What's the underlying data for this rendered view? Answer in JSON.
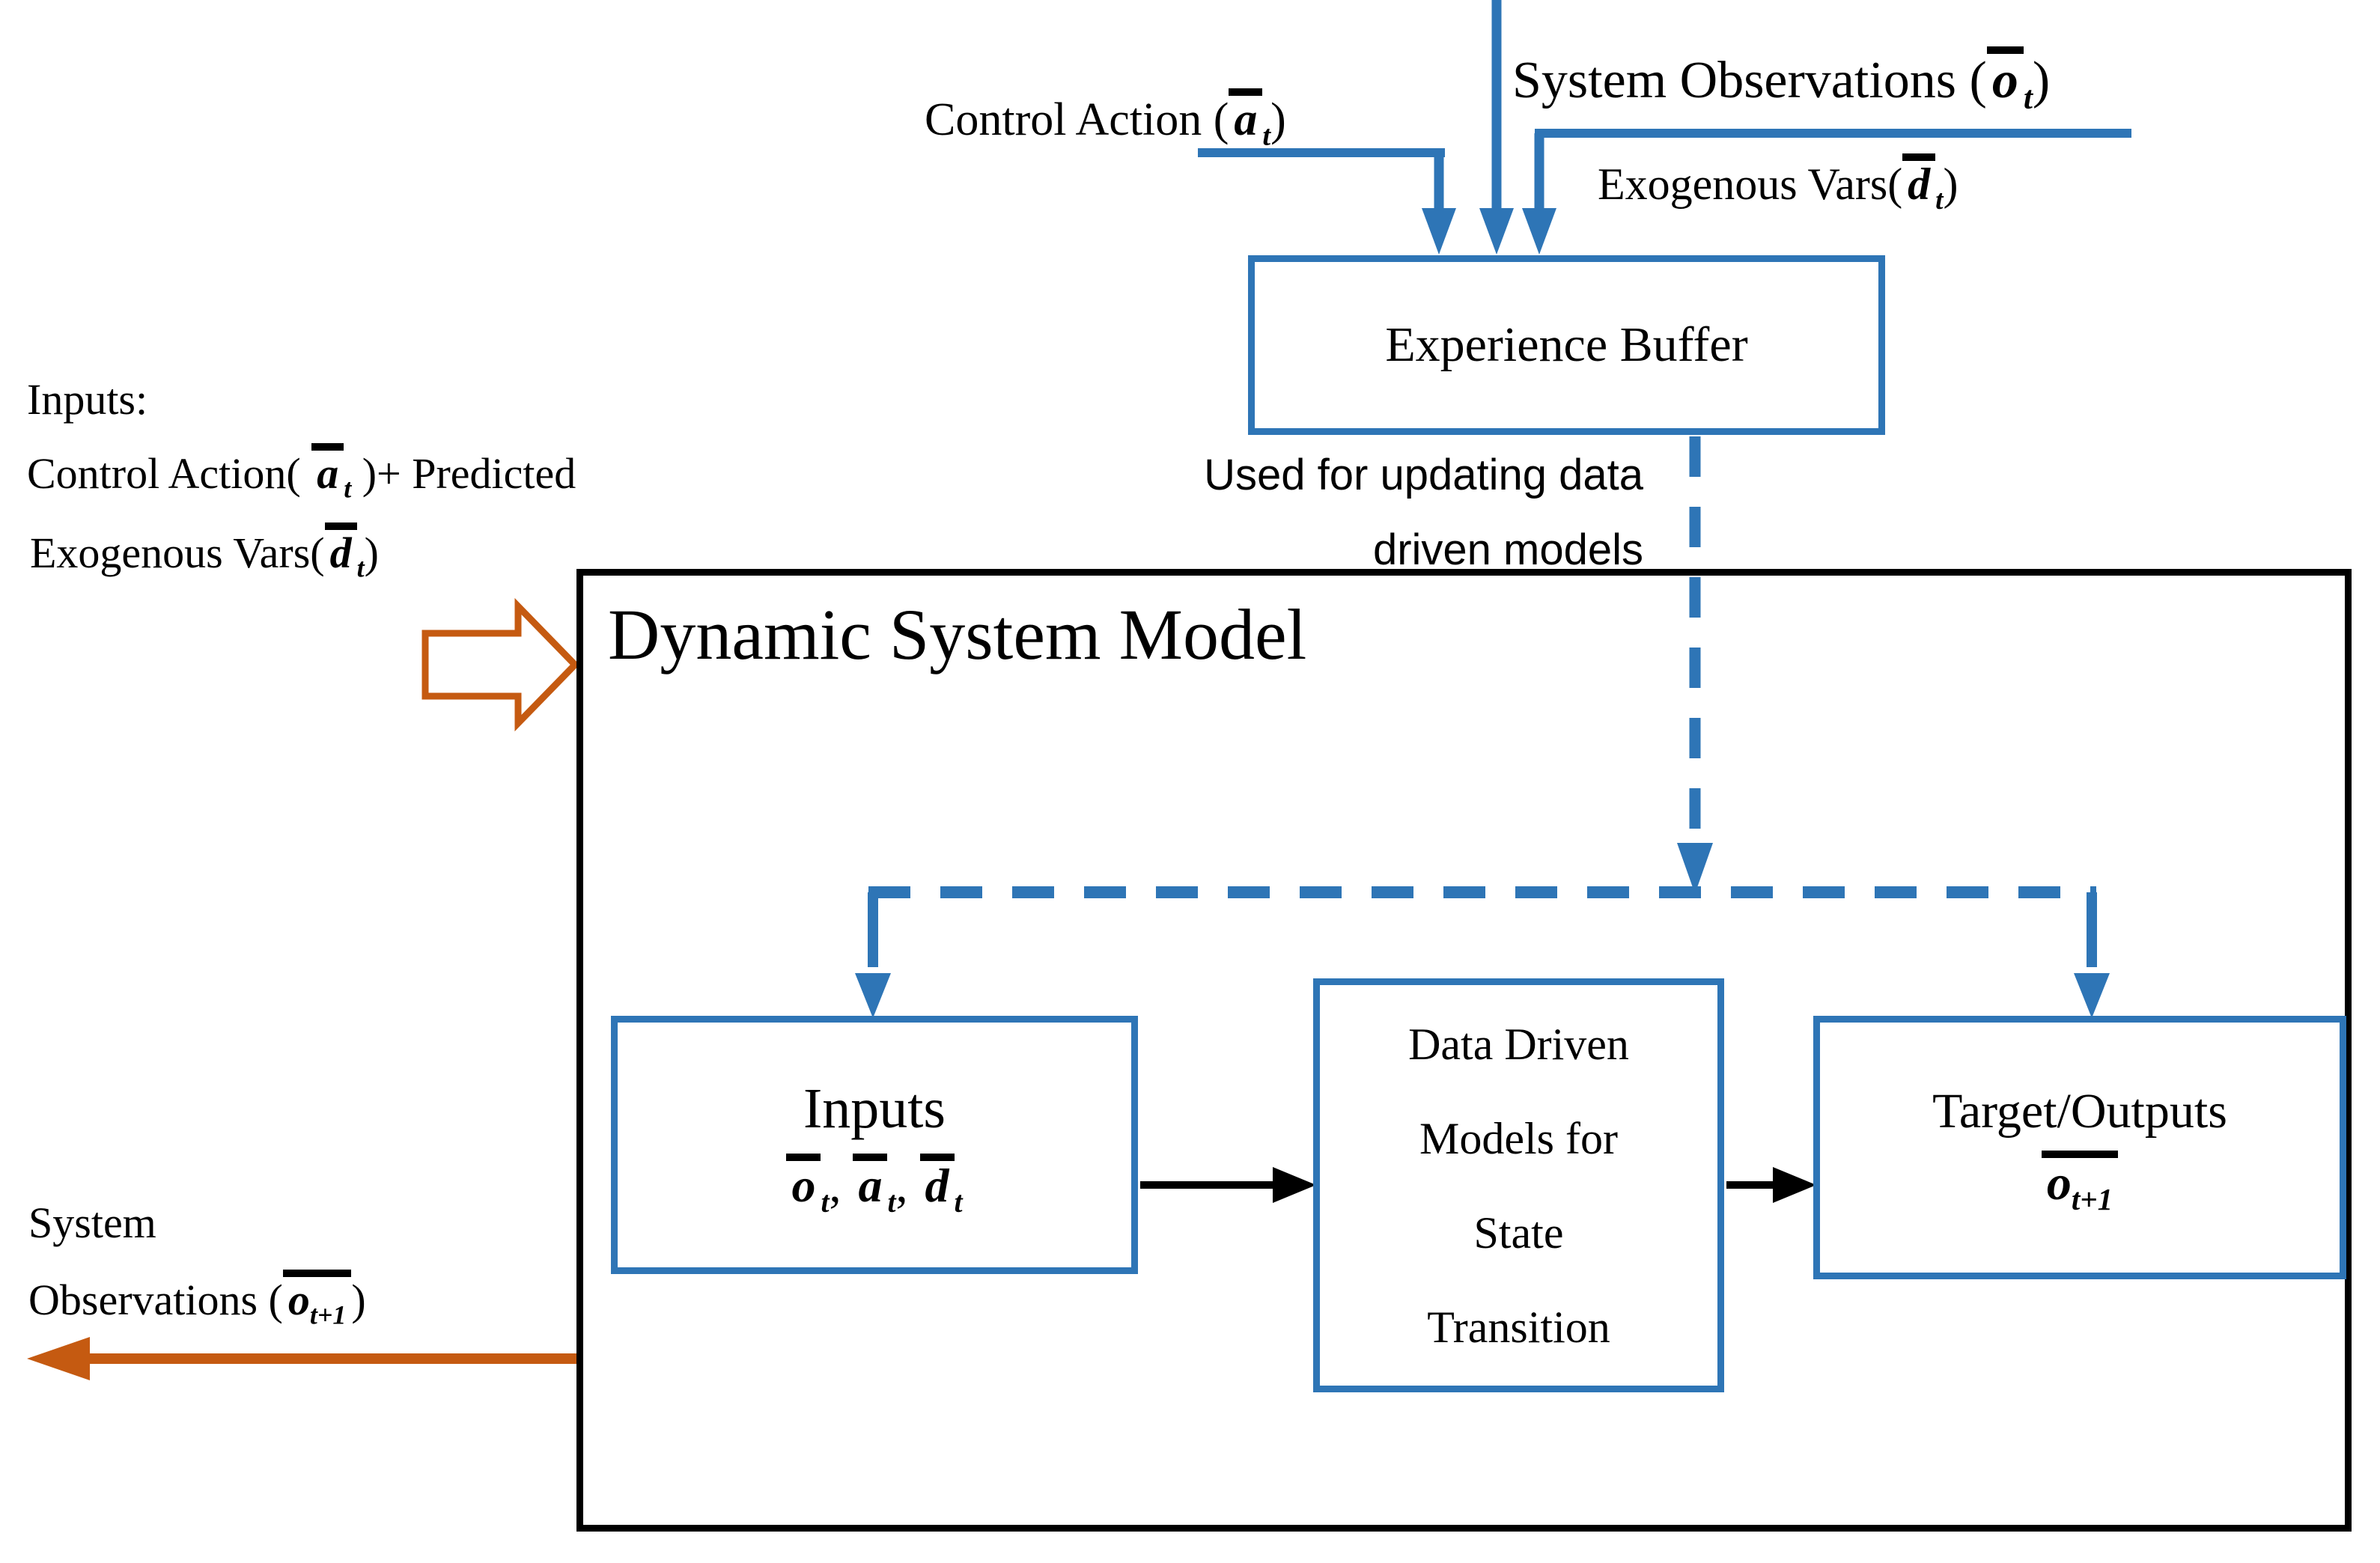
{
  "colors": {
    "blue": "#2E75B6",
    "orange": "#C55A11",
    "ink": "#000000"
  },
  "top_labels": {
    "control_action": {
      "prefix": "Control Action (",
      "var": "a",
      "sub": "t",
      "suffix": ")"
    },
    "system_observations": {
      "prefix": "System Observations (",
      "var": "o",
      "sub": "t",
      "suffix": ")"
    },
    "exogenous_vars": {
      "prefix": "Exogenous Vars(",
      "var": "d",
      "sub": "t",
      "suffix": ")"
    }
  },
  "experience_buffer": {
    "label": "Experience Buffer"
  },
  "buffer_note": {
    "line1": "Used for updating data",
    "line2": "driven models"
  },
  "model_box": {
    "title": "Dynamic System Model"
  },
  "left_inputs": {
    "heading": "Inputs:",
    "line2_prefix": "Control Action( ",
    "line2_var": "a",
    "line2_sub": "t",
    "line2_suffix": " )+ Predicted",
    "line3_prefix": "Exogenous Vars(",
    "line3_var": "d",
    "line3_sub": "t",
    "line3_suffix": ")"
  },
  "inputs_box": {
    "title": "Inputs",
    "v1": "o",
    "s1": "t",
    "sep1": ", ",
    "v2": "a",
    "s2": "t",
    "sep2": ", ",
    "v3": "d",
    "s3": "t"
  },
  "ddm_box": {
    "line1": "Data Driven",
    "line2": "Models for",
    "line3": "State",
    "line4": "Transition"
  },
  "target_box": {
    "title": "Target/Outputs",
    "var": "o",
    "sub": "t+1"
  },
  "bottom_left": {
    "line1": "System",
    "line2_prefix": "Observations (",
    "var": "o",
    "sub": "t+1",
    "suffix": ")"
  }
}
